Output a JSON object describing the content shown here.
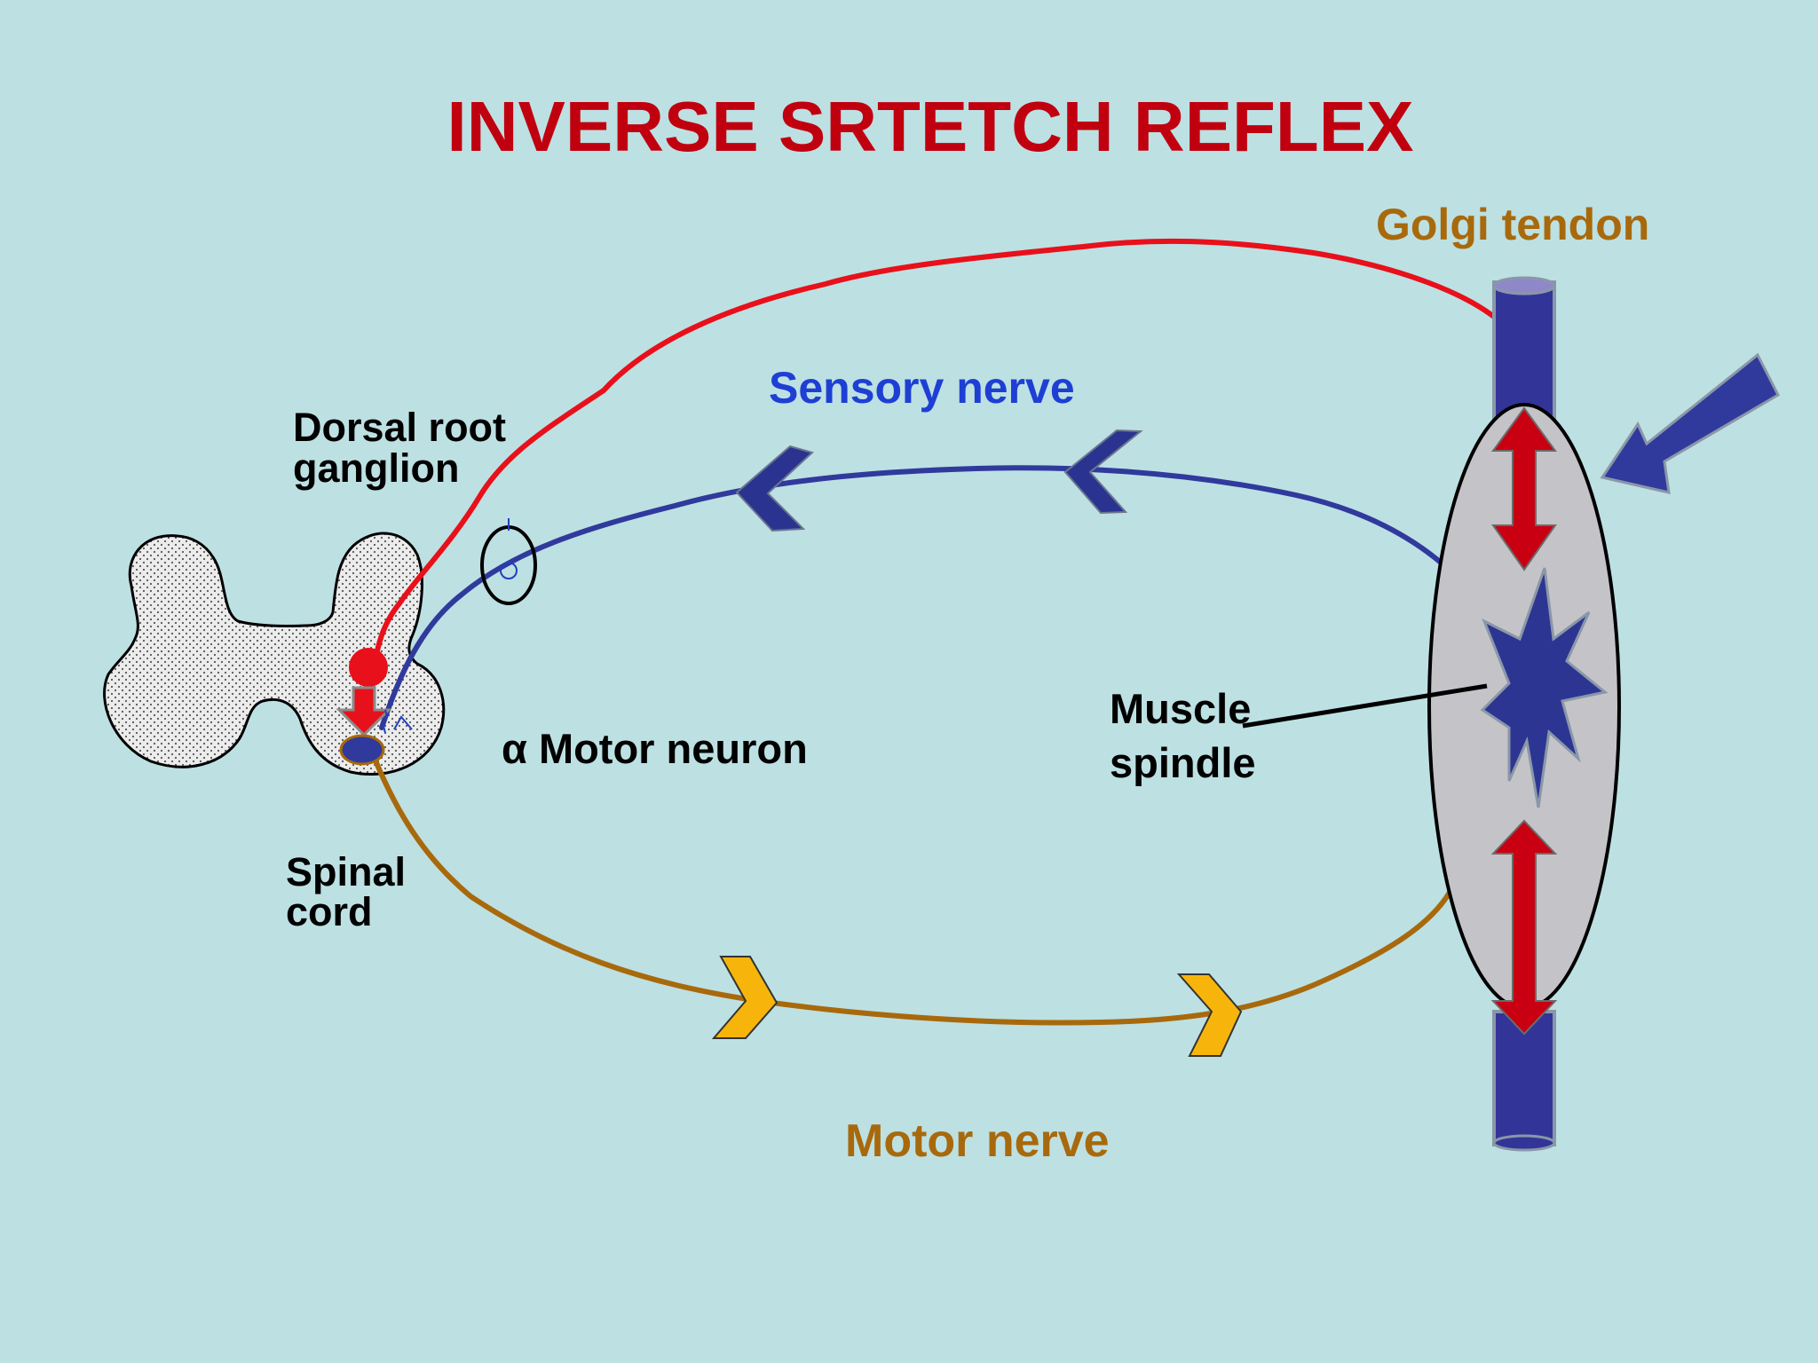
{
  "title": "INVERSE SRTETCH REFLEX",
  "labels": {
    "golgi_tendon": "Golgi tendon",
    "sensory_nerve": "Sensory nerve",
    "dorsal_root_line1": "Dorsal root",
    "dorsal_root_line2": "ganglion",
    "alpha_motor_neuron": "α Motor neuron",
    "muscle_spindle_line1": "Muscle",
    "muscle_spindle_line2": "spindle",
    "spinal_cord_line1": "Spinal",
    "spinal_cord_line2": "cord",
    "motor_nerve": "Motor nerve"
  },
  "colors": {
    "background": "#bde0e3",
    "title": "#c0000f",
    "golgi_label": "#a8690c",
    "sensory_label": "#1e3fd4",
    "motor_label": "#a8690c",
    "red_nerve": "#e8101a",
    "blue_nerve": "#303a9c",
    "motor_nerve": "#a8690c",
    "chevron_blue": "#2a3490",
    "chevron_yellow": "#f7b50c",
    "muscle_fill": "#c4c4c8",
    "tendon": "#323597",
    "red_arrow": "#c80012"
  }
}
